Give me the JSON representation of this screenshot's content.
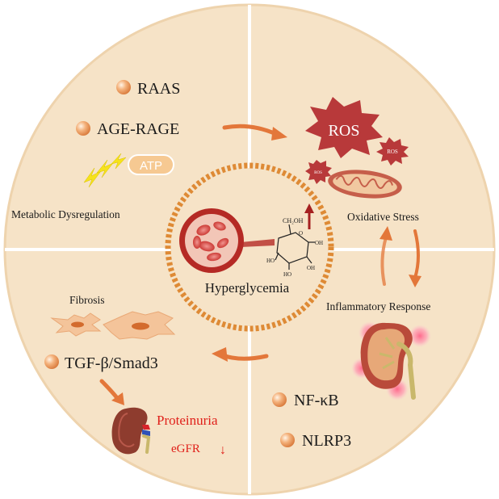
{
  "center": {
    "label": "Hyperglycemia",
    "glucose_ring_label": "CH₂OH"
  },
  "metabolic": {
    "title": "Metabolic Dysregulation",
    "items": [
      "RAAS",
      "AGE-RAGE"
    ],
    "atp_label": "ATP"
  },
  "oxidative": {
    "title": "Oxidative Stress",
    "ros_big": "ROS",
    "ros_small": "ROS"
  },
  "inflammatory": {
    "title": "Inflammatory Response",
    "items": [
      "NF-κB",
      "NLRP3"
    ]
  },
  "fibrosis": {
    "title": "Fibrosis",
    "items": [
      "TGF-β/Smad3"
    ],
    "outcome_1": "Proteinuria",
    "outcome_2": "eGFR",
    "outcome_2_arrow": "↓"
  },
  "colors": {
    "disc": "#f6e3c7",
    "divider": "#ffffff",
    "arrow": "#e3773a",
    "red_accent": "#e0201a",
    "ros_star": "#b8393a",
    "center_ring": "#de8a35"
  }
}
